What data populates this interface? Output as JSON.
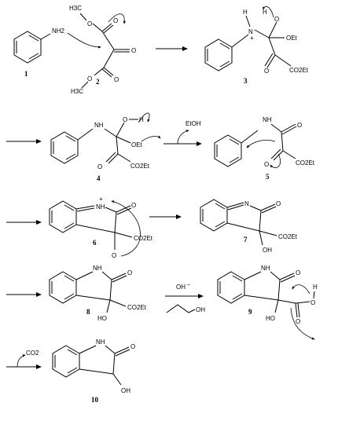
{
  "compounds": {
    "c1": {
      "number": "1",
      "nh2": "NH2"
    },
    "c2": {
      "number": "2",
      "h3c_top": "H3C",
      "o_top": "O",
      "o_k1": "O",
      "o_k2": "O",
      "o_k3": "O",
      "o_bottom": "O",
      "h3c_bottom": "H3C"
    },
    "c3": {
      "number": "3",
      "h": "H",
      "n": "N",
      "plus": "+",
      "h2": "H",
      "o_minus": "O",
      "oet": "OEt",
      "o": "O",
      "co2et": "CO2Et"
    },
    "c4": {
      "number": "4",
      "nh": "NH",
      "o": "O",
      "h": "H",
      "oet": "OEt",
      "o2": "O",
      "co2et": "CO2Et"
    },
    "c5": {
      "number": "5",
      "nh": "NH",
      "o": "O",
      "o2": "O",
      "co2et": "CO2Et"
    },
    "c6": {
      "number": "6",
      "nh": "NH",
      "plus": "+",
      "o": "O",
      "co2et": "CO2Et",
      "o_minus": "O"
    },
    "c7": {
      "number": "7",
      "n": "N",
      "o": "O",
      "co2et": "CO2Et",
      "oh": "OH"
    },
    "c8": {
      "number": "8",
      "nh": "NH",
      "o": "O",
      "oh": "HO",
      "co2et": "CO2Et"
    },
    "c9": {
      "number": "9",
      "nh": "NH",
      "o": "O",
      "ho": "HO",
      "h": "H",
      "o_carb": "O",
      "o2": "O"
    },
    "c10": {
      "number": "10",
      "nh": "NH",
      "o": "O",
      "oh": "OH"
    }
  },
  "reagents": {
    "etoh": "EtOH",
    "hydroxide": "OH",
    "ethanol_oh": "OH",
    "co2": "CO2"
  }
}
